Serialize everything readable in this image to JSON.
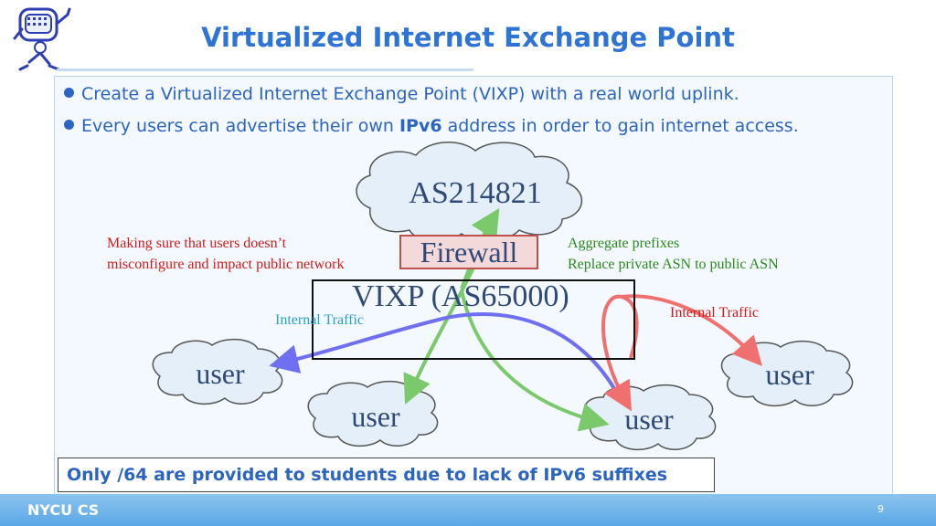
{
  "slide": {
    "title": "Virtualized Internet Exchange Point",
    "bullets": [
      {
        "text": "Create a Virtualized Internet Exchange Point (VIXP) with a real world uplink."
      },
      {
        "pre": "Every users can advertise their own ",
        "bold": "IPv6",
        "post": " address in order to gain internet access."
      }
    ]
  },
  "diagram": {
    "as_cloud": "AS214821",
    "firewall": "Firewall",
    "vixp": "VIXP (AS65000)",
    "firewall_note": [
      "Making sure that users doesn’t",
      "misconfigure and impact public network"
    ],
    "aggregate_note": [
      "Aggregate prefixes",
      "Replace private ASN to public ASN"
    ],
    "internal_traffic_left": "Internal Traffic",
    "internal_traffic_right": "Internal Traffic",
    "users": [
      "user",
      "user",
      "user",
      "user"
    ],
    "colors": {
      "green": "#7ac96a",
      "blue": "#6f6ff2",
      "red": "#f07070",
      "cloud_fill": "#e4eff9",
      "cloud_stroke": "#555555"
    }
  },
  "note": "Only /64 are provided to students due to lack of IPv6 suffixes",
  "footer": {
    "org": "NYCU CS",
    "page": "9"
  }
}
